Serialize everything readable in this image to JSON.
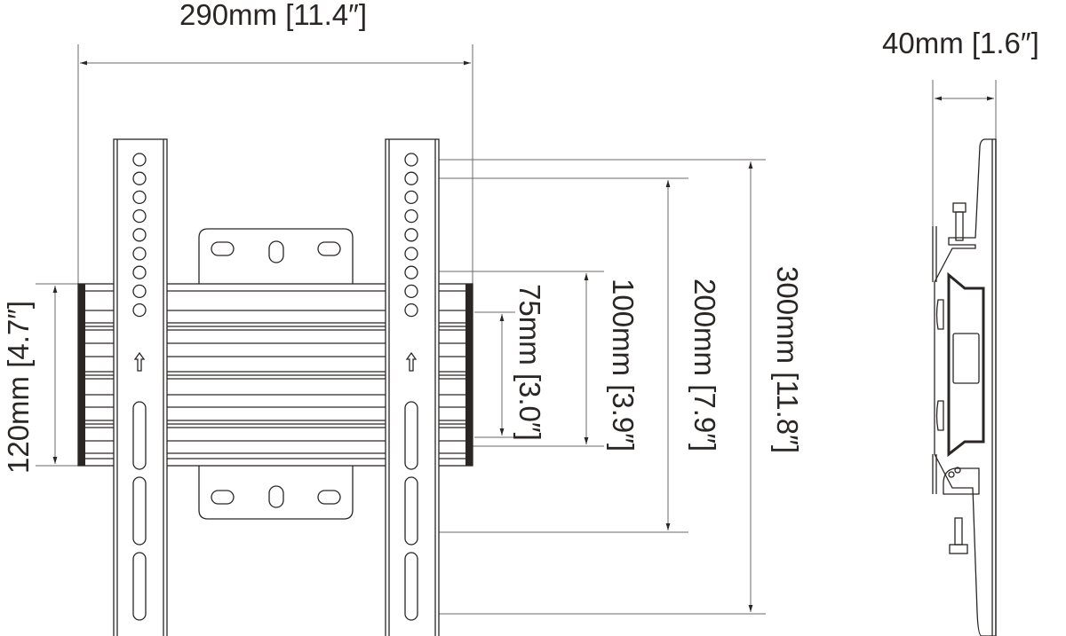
{
  "dimensions": {
    "width_overall": "290mm [11.4″]",
    "depth": "40mm [1.6″]",
    "plate_height": "120mm [4.7″]",
    "vesa_75": "75mm [3.0″]",
    "vesa_100": "100mm [3.9″]",
    "vesa_200": "200mm [7.9″]",
    "vesa_300": "300mm [11.8″]"
  },
  "colors": {
    "line": "#2a2624",
    "dimline": "#6b6866"
  }
}
